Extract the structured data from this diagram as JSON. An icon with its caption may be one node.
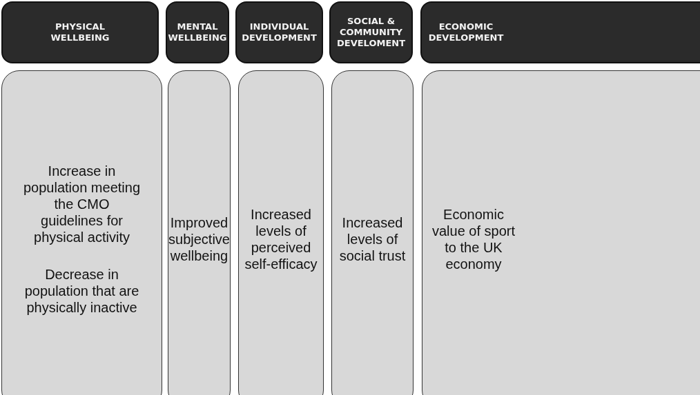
{
  "diagram": {
    "nodes": [
      {
        "text": [
          "PHYSICAL WELLBEING"
        ]
      },
      {
        "text": [
          "MENTAL WELLBEING"
        ]
      },
      {
        "text": [
          "INDIVIDUAL DEVELOPMENT"
        ]
      },
      {
        "text": [
          "SOCIAL & COMMUNITY DEVELOMENT"
        ]
      },
      {
        "text": [
          "ECONOMIC DEVELOPMENT"
        ]
      },
      {
        "text": [
          "Increase in population meeting the CMO guidelines for physical activity",
          "Decrease in population that are physically inactive"
        ]
      },
      {
        "text": [
          "Improved subjective wellbeing"
        ]
      },
      {
        "text": [
          "Increased levels of perceived self-efficacy"
        ]
      },
      {
        "text": [
          "Increased levels of social trust"
        ]
      },
      {
        "text": [
          "Economic value of sport to the UK economy"
        ]
      }
    ]
  }
}
